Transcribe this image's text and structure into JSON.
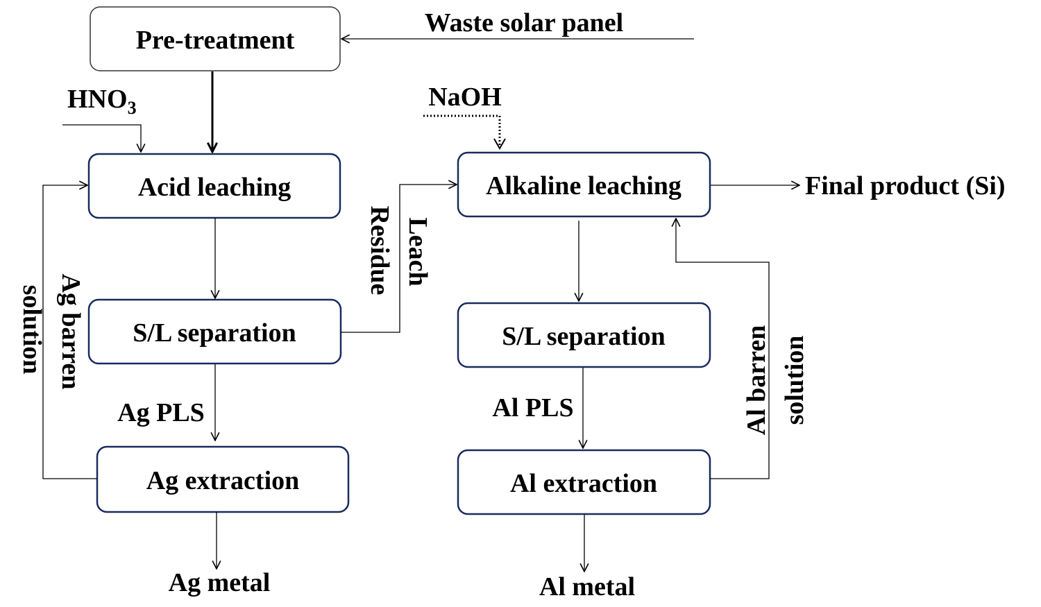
{
  "boxes": {
    "pretreatment": "Pre-treatment",
    "acid_leaching": "Acid leaching",
    "sl_separation_left": "S/L separation",
    "ag_extraction": "Ag extraction",
    "alkaline_leaching": "Alkaline leaching",
    "sl_separation_right": "S/L separation",
    "al_extraction": "Al extraction"
  },
  "labels": {
    "waste_solar_panel": "Waste solar panel",
    "hno3_main": "HNO",
    "hno3_sub": "3",
    "naoh": "NaOH",
    "final_product": "Final product  (Si)",
    "ag_pls": "Ag PLS",
    "al_pls": "Al PLS",
    "ag_metal": "Ag metal",
    "al_metal": "Al metal",
    "ag_barren": "Ag barren",
    "ag_solution": "solution",
    "leach": "Leach",
    "residue": "Residue",
    "al_barren": "Al  barren",
    "al_solution": "solution"
  }
}
